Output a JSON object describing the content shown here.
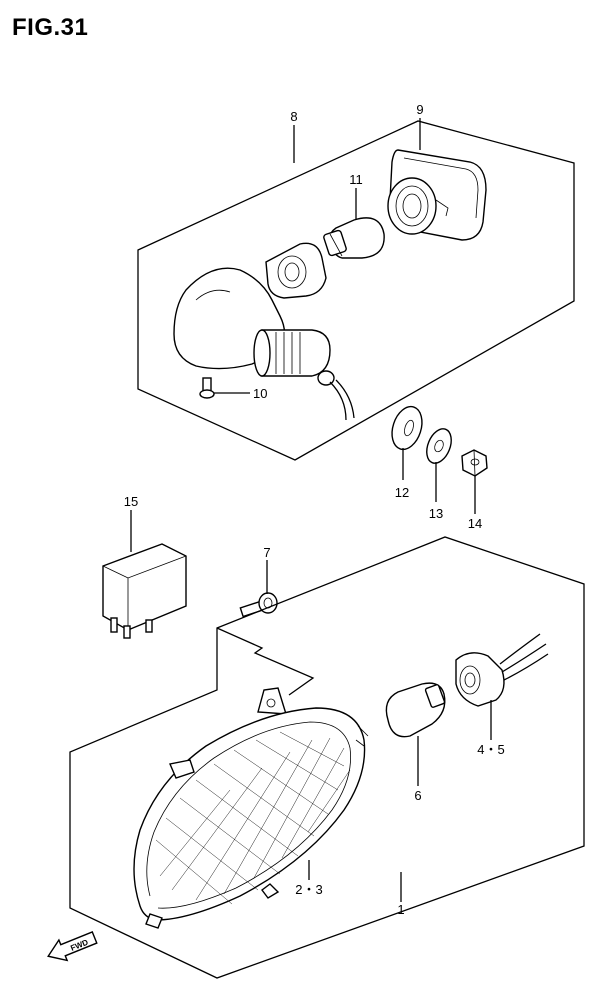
{
  "figure": {
    "title": "FIG.31"
  },
  "callouts": [
    {
      "id": "8",
      "text": "8"
    },
    {
      "id": "9",
      "text": "9"
    },
    {
      "id": "11",
      "text": "11"
    },
    {
      "id": "10",
      "text": "10"
    },
    {
      "id": "12",
      "text": "12"
    },
    {
      "id": "13",
      "text": "13"
    },
    {
      "id": "14",
      "text": "14"
    },
    {
      "id": "15",
      "text": "15"
    },
    {
      "id": "7",
      "text": "7"
    },
    {
      "id": "4-5",
      "text": "4・5"
    },
    {
      "id": "6",
      "text": "6"
    },
    {
      "id": "2-3",
      "text": "2・3"
    },
    {
      "id": "1",
      "text": "1"
    }
  ],
  "direction_marker": {
    "text": "FWD"
  }
}
